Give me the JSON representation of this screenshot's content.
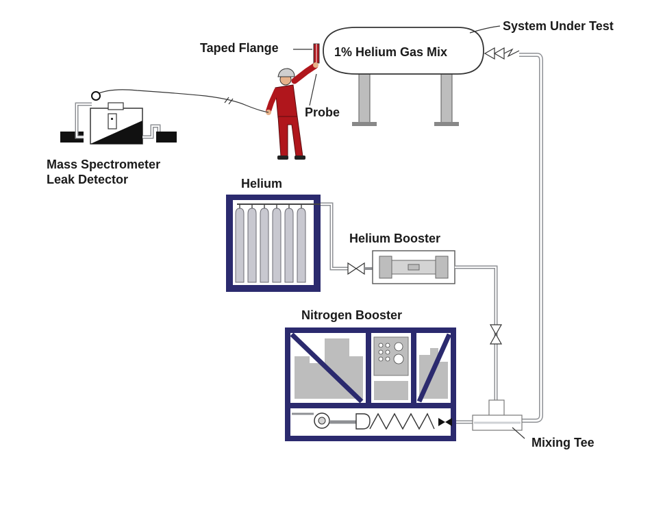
{
  "labels": {
    "system_under_test": "System Under Test",
    "gas_mix": "1% Helium Gas Mix",
    "taped_flange": "Taped Flange",
    "probe": "Probe",
    "leak_detector_line1": "Mass Spectrometer",
    "leak_detector_line2": "Leak Detector",
    "helium": "Helium",
    "helium_booster": "Helium Booster",
    "nitrogen_booster": "Nitrogen Booster",
    "mixing_tee": "Mixing Tee"
  },
  "colors": {
    "navy": "#2b2a6e",
    "gray": "#bdbdbd",
    "cylinder": "#c8c8d0",
    "worker_red": "#b0161c",
    "pipe": "#aeb0b3",
    "black": "#111111"
  }
}
